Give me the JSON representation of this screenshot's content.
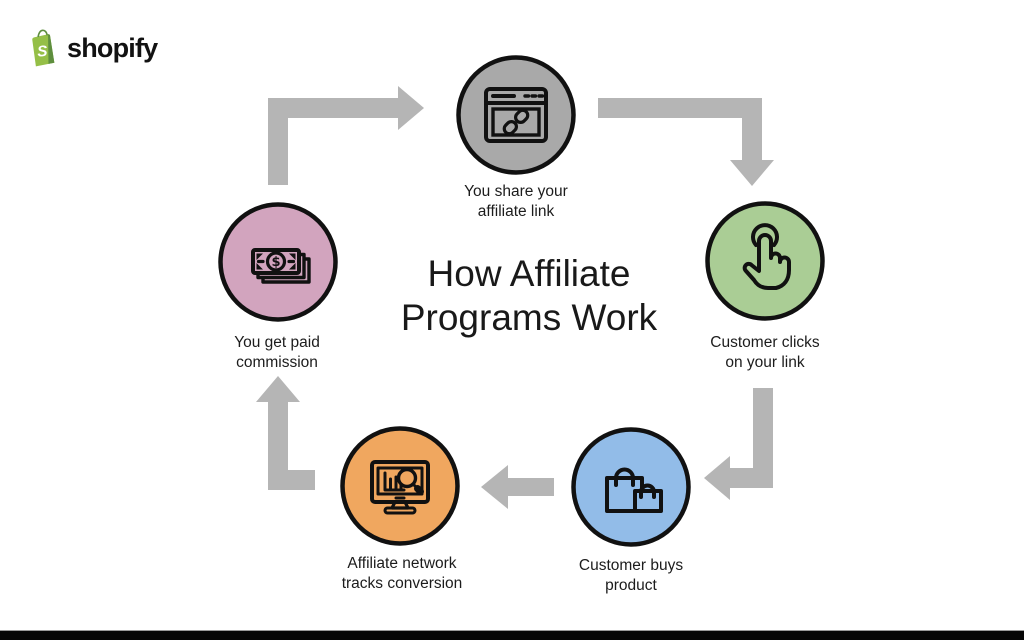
{
  "logo": {
    "brand": "shopify",
    "letter": "S",
    "bag_color": "#95bf47",
    "bag_shadow_color": "#5e8e3e"
  },
  "title": {
    "line1": "How Affiliate",
    "line2": "Programs Work"
  },
  "arrow_color": "#b5b5b5",
  "steps": [
    {
      "id": "share-link",
      "icon": "browser-link-icon",
      "circle_color": "#a9a9a9",
      "label_line1": "You share your",
      "label_line2": "affiliate link"
    },
    {
      "id": "customer-clicks",
      "icon": "tap-click-icon",
      "circle_color": "#aacd95",
      "label_line1": "Customer clicks",
      "label_line2": "on your link"
    },
    {
      "id": "customer-buys",
      "icon": "shopping-bags-icon",
      "circle_color": "#92bce8",
      "label_line1": "Customer buys",
      "label_line2": "product"
    },
    {
      "id": "network-tracks",
      "icon": "monitor-chart-icon",
      "circle_color": "#f0a75f",
      "label_line1": "Affiliate network",
      "label_line2": "tracks conversion"
    },
    {
      "id": "get-paid",
      "icon": "money-bills-icon",
      "circle_color": "#d2a4be",
      "label_line1": "You get paid",
      "label_line2": "commission"
    }
  ],
  "icons": {
    "money_symbol": "$"
  }
}
